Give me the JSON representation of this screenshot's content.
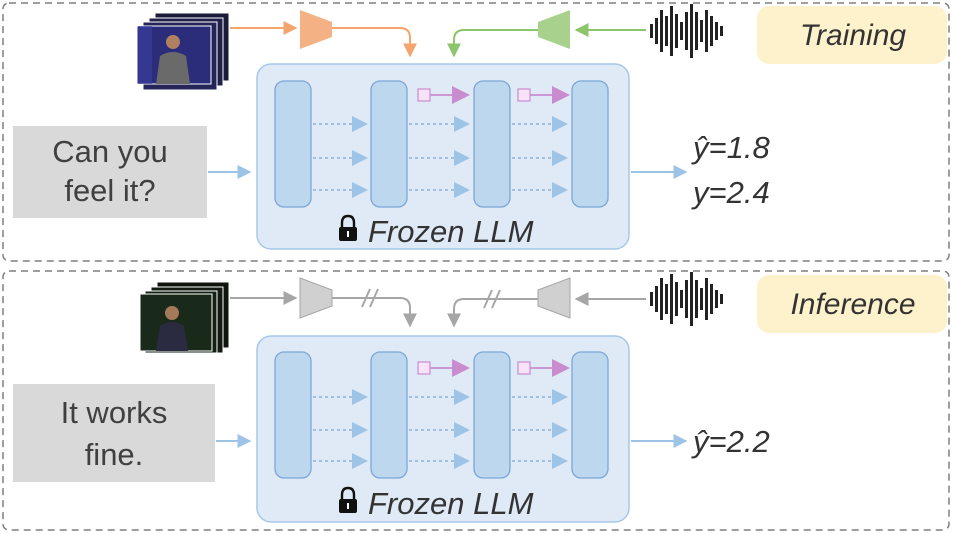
{
  "panels": [
    {
      "mode_label": "Training",
      "input_text_lines": [
        "Can you",
        "feel it?"
      ],
      "model_label": "Frozen LLM",
      "outputs": [
        "ŷ=1.8",
        "y=2.4"
      ],
      "connector_style": "trainable",
      "colors": {
        "video": "#f4b183",
        "audio": "#a9d18e",
        "video_arrow": "#f4a46d",
        "audio_arrow": "#8cc56a"
      }
    },
    {
      "mode_label": "Inference",
      "input_text_lines": [
        "It works",
        "fine."
      ],
      "model_label": "Frozen LLM",
      "outputs": [
        "ŷ=2.2"
      ],
      "connector_style": "frozen-stop-gradient",
      "colors": {
        "video": "#d0d0d0",
        "audio": "#d0d0d0",
        "video_arrow": "#a6a6a6",
        "audio_arrow": "#a6a6a6"
      }
    }
  ],
  "colors": {
    "llm_fill": "#dfeaf6",
    "layer_fill": "#bdd7ee",
    "arrow_blue": "#9dc3e6",
    "prompt_pink": "#e7c4ea",
    "label_pill": "#fef2cc",
    "text_box": "#d9d9d9"
  },
  "icons": [
    "video-frames-icon",
    "waveform-icon",
    "lock-icon",
    "trapezoid-connector-icon"
  ]
}
